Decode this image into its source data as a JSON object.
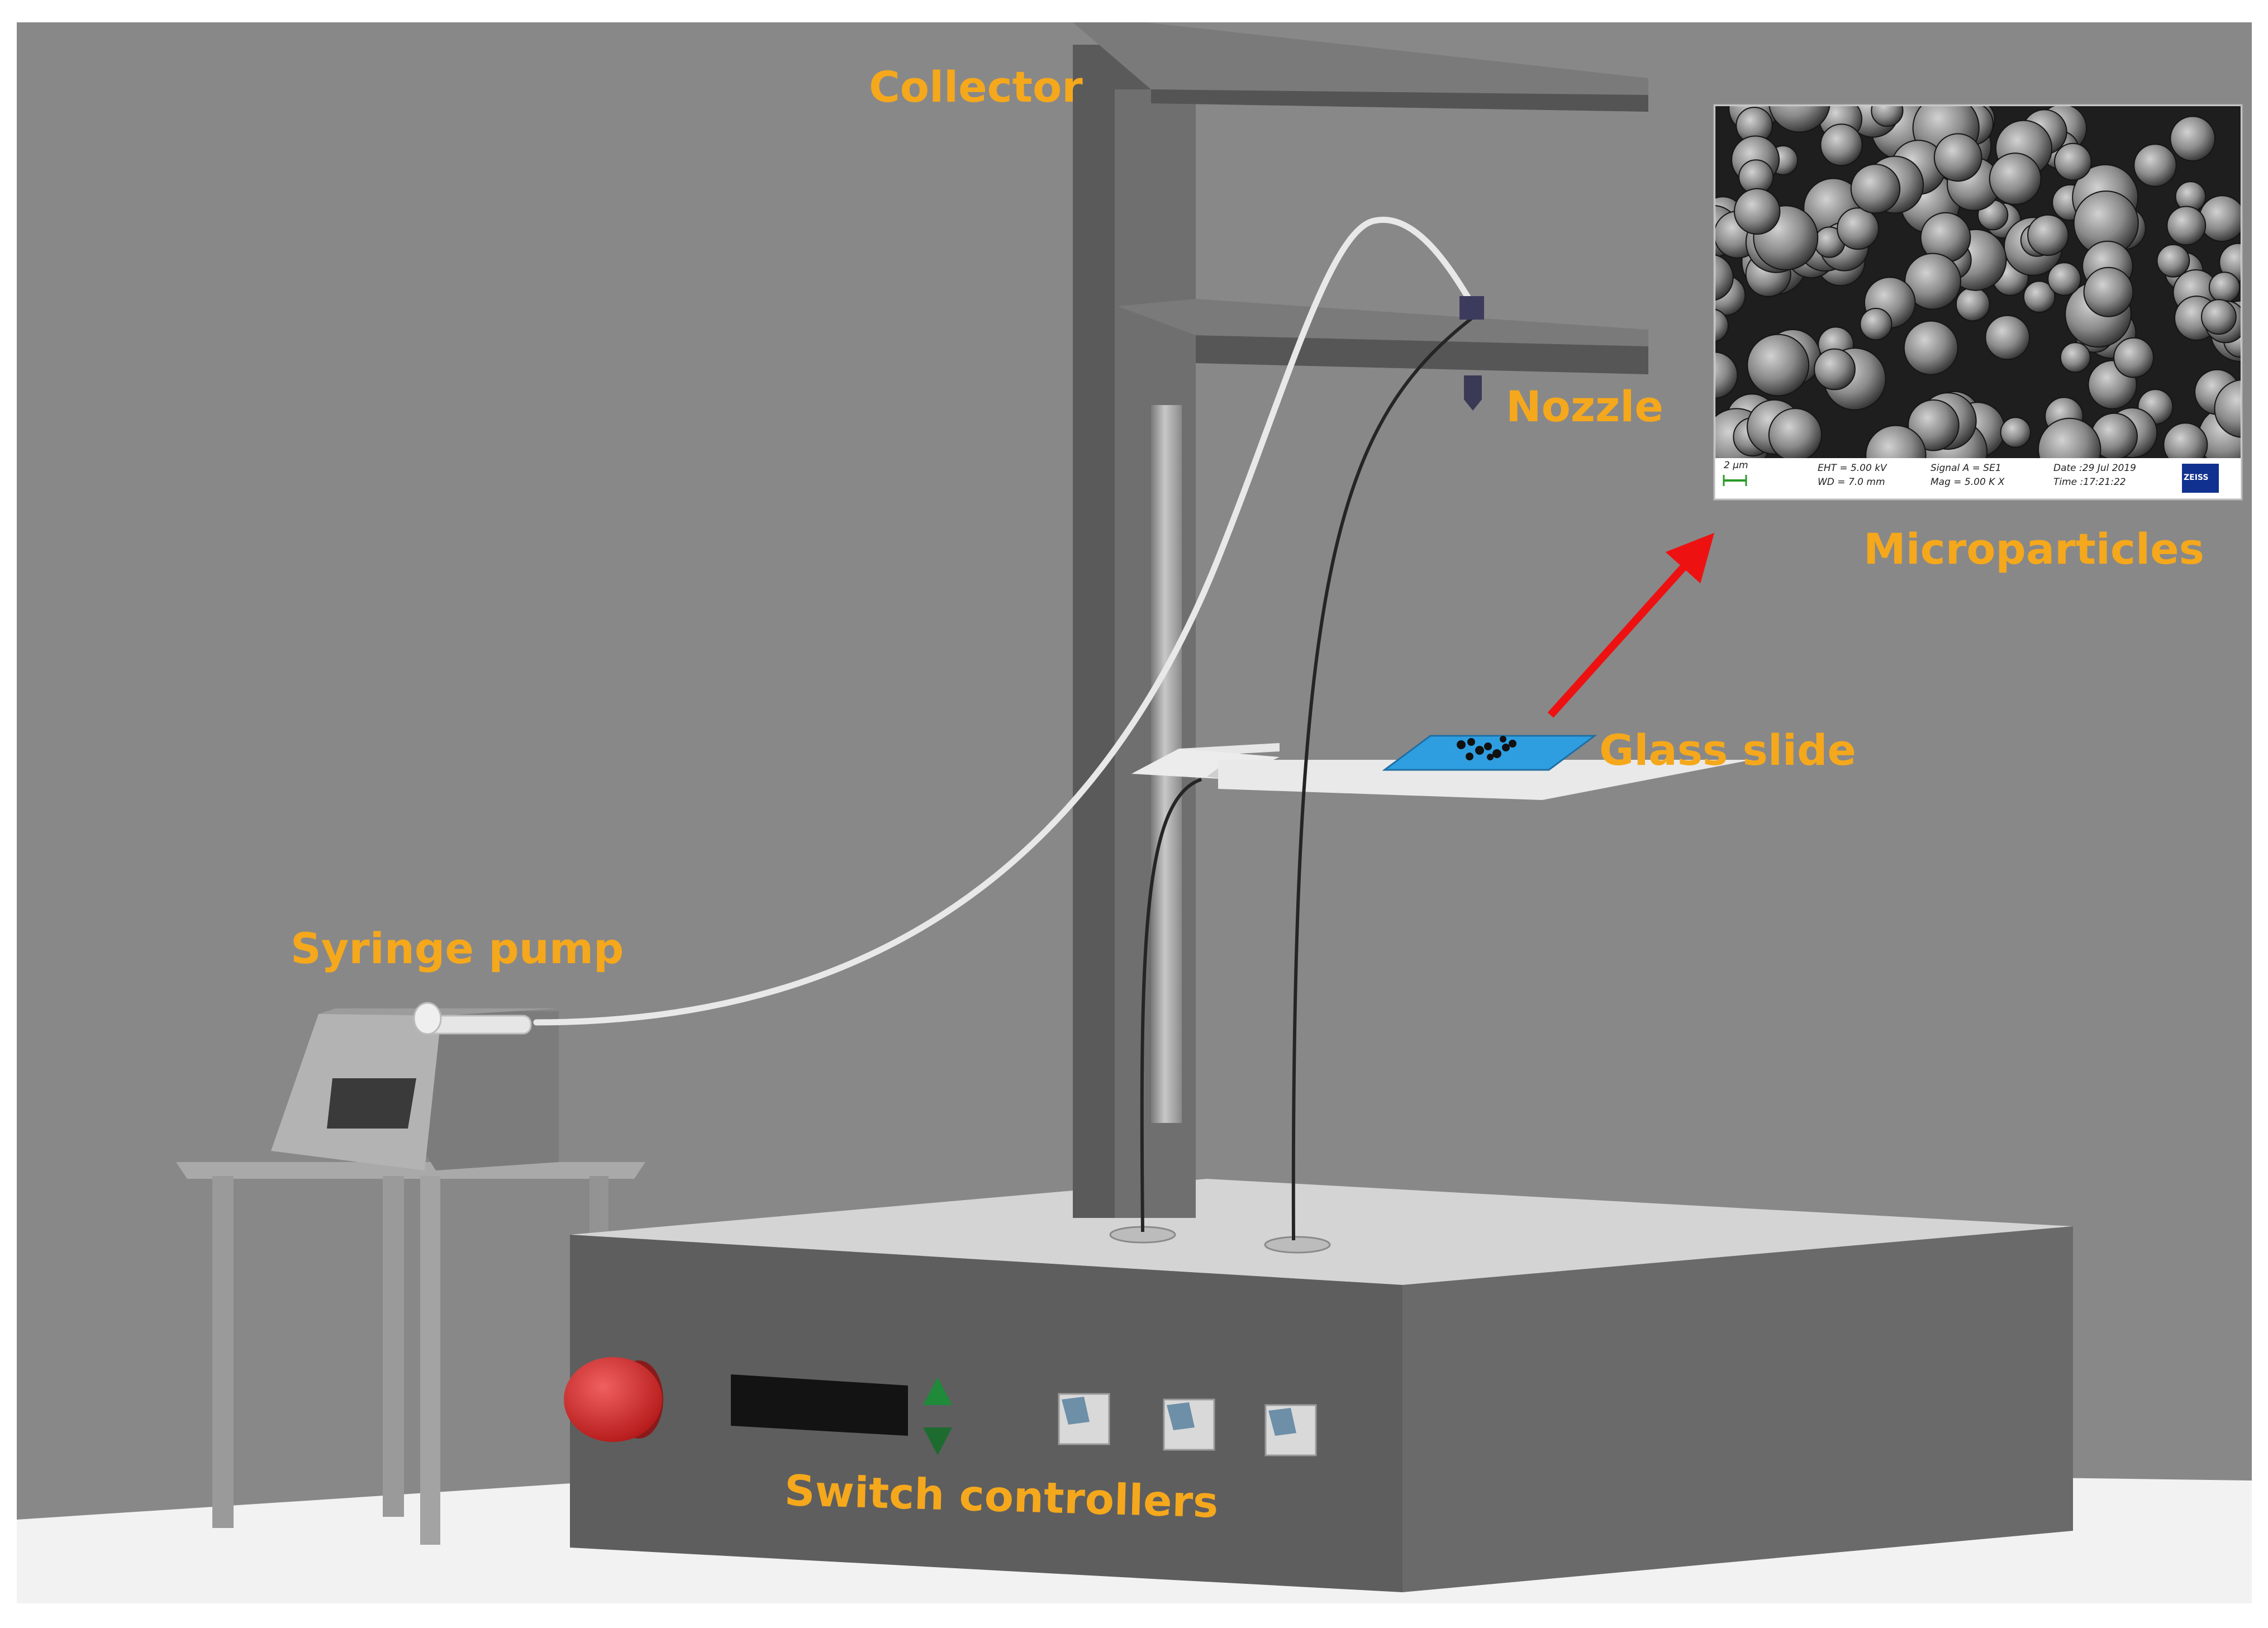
{
  "labels": {
    "collector": "Collector",
    "nozzle": "Nozzle",
    "microparticles": "Microparticles",
    "glass_slide": "Glass slide",
    "syringe_pump": "Syringe pump",
    "switch_controllers": "Switch controllers"
  },
  "sem_info": {
    "scale": "2 μm",
    "eht": "EHT = 5.00 kV",
    "wd": "WD = 7.0 mm",
    "signal": "Signal A = SE1",
    "mag": "Mag = 5.00 K X",
    "date": "Date :29 Jul 2019",
    "time": "Time :17:21:22",
    "brand": "ZEISS"
  },
  "colors": {
    "label_text": "#f5a81c",
    "arrow": "#ee1111",
    "wall": "#888888",
    "floor": "#f2f2f2",
    "glass_slide": "#2f9ee0",
    "emergency_button": "#d52a2a",
    "led_up": "#1e8a3a",
    "led_down": "#1e6b30"
  },
  "icons": [
    "emergency-stop-button",
    "up-arrow-icon",
    "down-arrow-icon",
    "switch-button",
    "zeiss-logo",
    "red-arrow"
  ]
}
